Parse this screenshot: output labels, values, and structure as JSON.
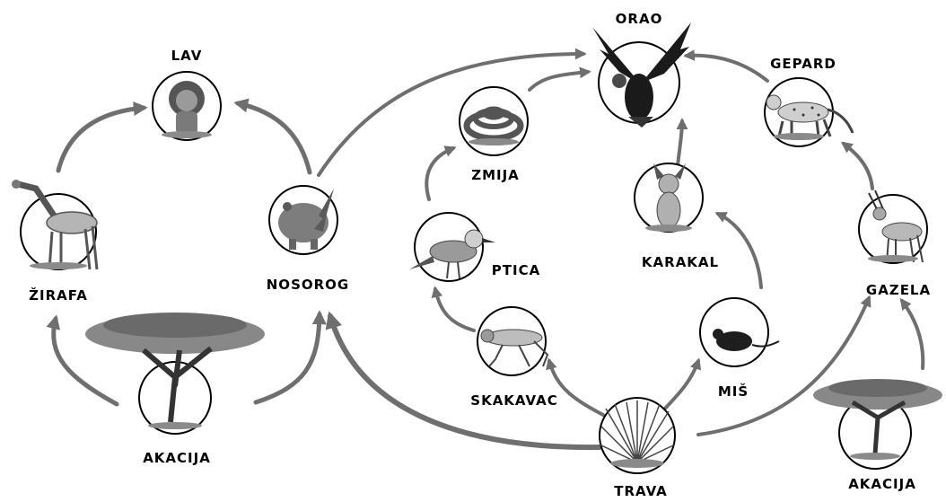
{
  "diagram": {
    "nodes": {
      "orao": {
        "label": "ORAO",
        "icon": "eagle-icon"
      },
      "lav": {
        "label": "LAV",
        "icon": "lion-icon"
      },
      "gepard": {
        "label": "GEPARD",
        "icon": "cheetah-icon"
      },
      "zmija": {
        "label": "ZMIJA",
        "icon": "snake-icon"
      },
      "zirafa": {
        "label": "ŽIRAFA",
        "icon": "giraffe-icon"
      },
      "nosorog": {
        "label": "NOSOROG",
        "icon": "rhino-icon"
      },
      "karakal": {
        "label": "KARAKAL",
        "icon": "caracal-icon"
      },
      "ptica": {
        "label": "PTICA",
        "icon": "bird-icon"
      },
      "gazela": {
        "label": "GAZELA",
        "icon": "gazelle-icon"
      },
      "skakavac": {
        "label": "SKAKAVAC",
        "icon": "grasshopper-icon"
      },
      "mis": {
        "label": "MIŠ",
        "icon": "mouse-icon"
      },
      "akacija_left": {
        "label": "AKACIJA",
        "icon": "acacia-tree-icon"
      },
      "akacija_right": {
        "label": "AKACIJA",
        "icon": "acacia-tree-icon"
      },
      "trava": {
        "label": "TRAVA",
        "icon": "grass-icon"
      }
    },
    "edges": [
      {
        "from": "akacija_left",
        "to": "zirafa"
      },
      {
        "from": "akacija_left",
        "to": "nosorog"
      },
      {
        "from": "zirafa",
        "to": "lav"
      },
      {
        "from": "nosorog",
        "to": "lav"
      },
      {
        "from": "nosorog",
        "to": "orao"
      },
      {
        "from": "zmija",
        "to": "orao"
      },
      {
        "from": "ptica",
        "to": "zmija"
      },
      {
        "from": "skakavac",
        "to": "ptica"
      },
      {
        "from": "trava",
        "to": "skakavac"
      },
      {
        "from": "trava",
        "to": "mis"
      },
      {
        "from": "trava",
        "to": "nosorog"
      },
      {
        "from": "trava",
        "to": "gazela"
      },
      {
        "from": "mis",
        "to": "karakal"
      },
      {
        "from": "karakal",
        "to": "orao"
      },
      {
        "from": "gepard",
        "to": "orao"
      },
      {
        "from": "gazela",
        "to": "gepard"
      },
      {
        "from": "akacija_right",
        "to": "gazela"
      }
    ],
    "colors": {
      "arrow": "#6f6f6f",
      "ink": "#1a1a1a",
      "ground": "#8a8a8a",
      "circle": "#000000"
    }
  }
}
